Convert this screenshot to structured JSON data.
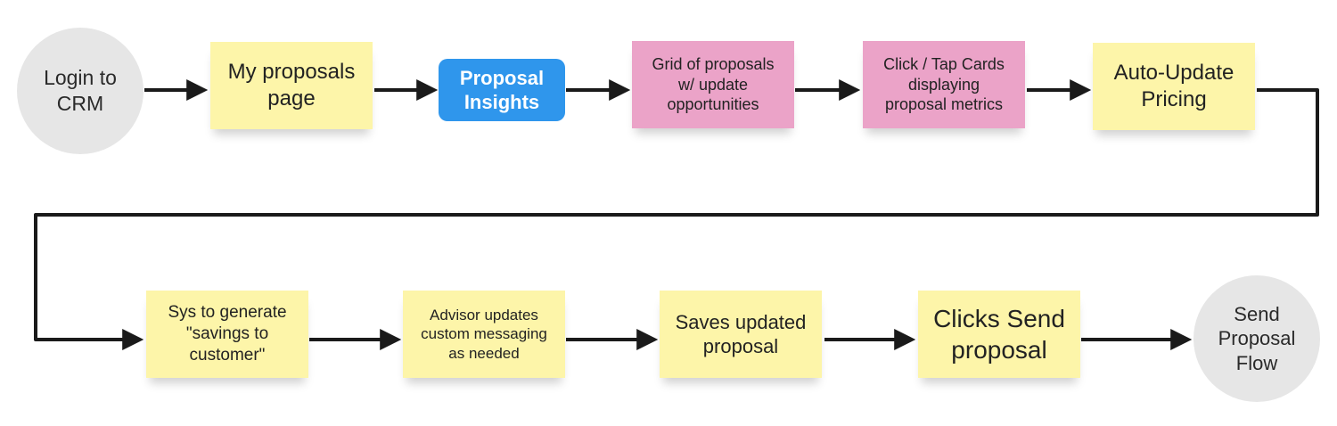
{
  "nodes": {
    "login": "Login to\nCRM",
    "my_proposals": "My proposals\npage",
    "proposal_insights": "Proposal\nInsights",
    "grid": "Grid of proposals\nw/ update\nopportunities",
    "click_tap": "Click / Tap Cards\ndisplaying\nproposal metrics",
    "auto_update": "Auto-Update\nPricing",
    "sys_generate": "Sys to generate\n\"savings to\ncustomer\"",
    "advisor": "Advisor updates\ncustom messaging\nas needed",
    "saves": "Saves updated\nproposal",
    "clicks_send": "Clicks Send\nproposal",
    "send_flow": "Send\nProposal\nFlow"
  },
  "colors": {
    "sticky_yellow": "#fdf5a9",
    "sticky_pink": "#eba3c8",
    "button_blue": "#2f96ec",
    "circle_gray": "#e6e6e6",
    "connector": "#1a1a1a"
  }
}
